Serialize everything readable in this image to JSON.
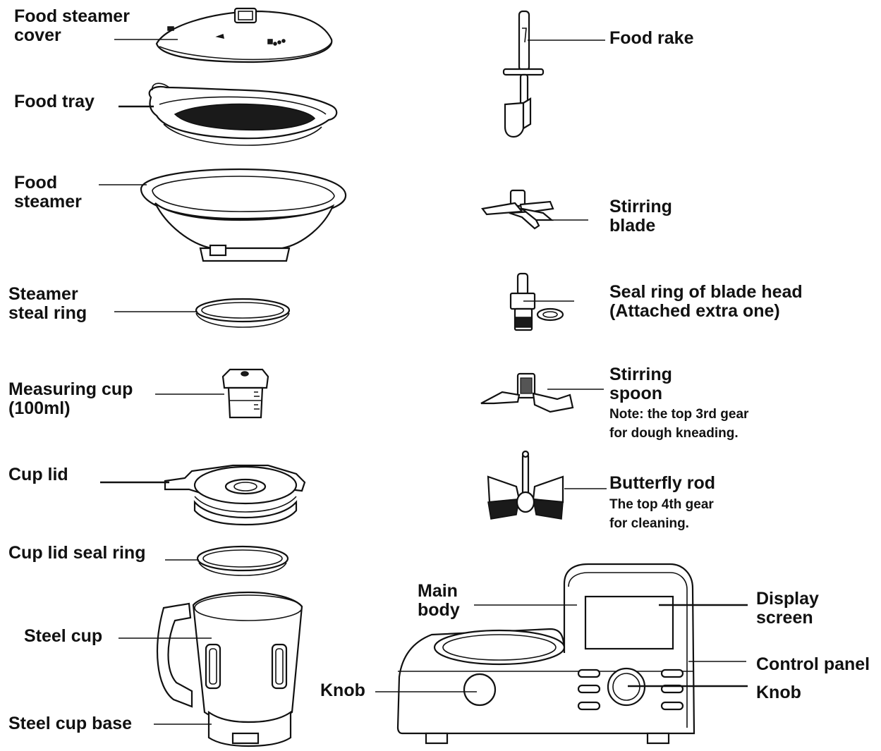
{
  "parts": {
    "steamer_cover": [
      "Food steamer",
      "cover"
    ],
    "food_tray": [
      "Food tray"
    ],
    "food_steamer": [
      "Food",
      "steamer"
    ],
    "steamer_seal_ring": [
      "Steamer",
      "steal ring"
    ],
    "measuring_cup": [
      "Measuring cup",
      "(100ml)"
    ],
    "cup_lid": [
      "Cup lid"
    ],
    "cup_lid_seal_ring": [
      "Cup lid seal ring"
    ],
    "steel_cup": [
      "Steel cup"
    ],
    "steel_cup_base": [
      "Steel cup base"
    ],
    "food_rake": [
      "Food rake"
    ],
    "stirring_blade": [
      "Stirring",
      "blade"
    ],
    "blade_head_seal_ring": [
      "Seal ring of blade head",
      "(Attached extra one)"
    ],
    "stirring_spoon": [
      "Stirring",
      "spoon"
    ],
    "stirring_spoon_note": [
      "Note: the top 3rd gear",
      "for dough kneading."
    ],
    "butterfly_rod": [
      "Butterfly rod"
    ],
    "butterfly_rod_note": [
      "The top 4th gear",
      "for cleaning."
    ],
    "main_body": [
      "Main",
      "body"
    ],
    "display_screen": [
      "Display",
      "screen"
    ],
    "control_panel": [
      "Control panel"
    ],
    "knob_left": [
      "Knob"
    ],
    "knob_right": [
      "Knob"
    ]
  }
}
